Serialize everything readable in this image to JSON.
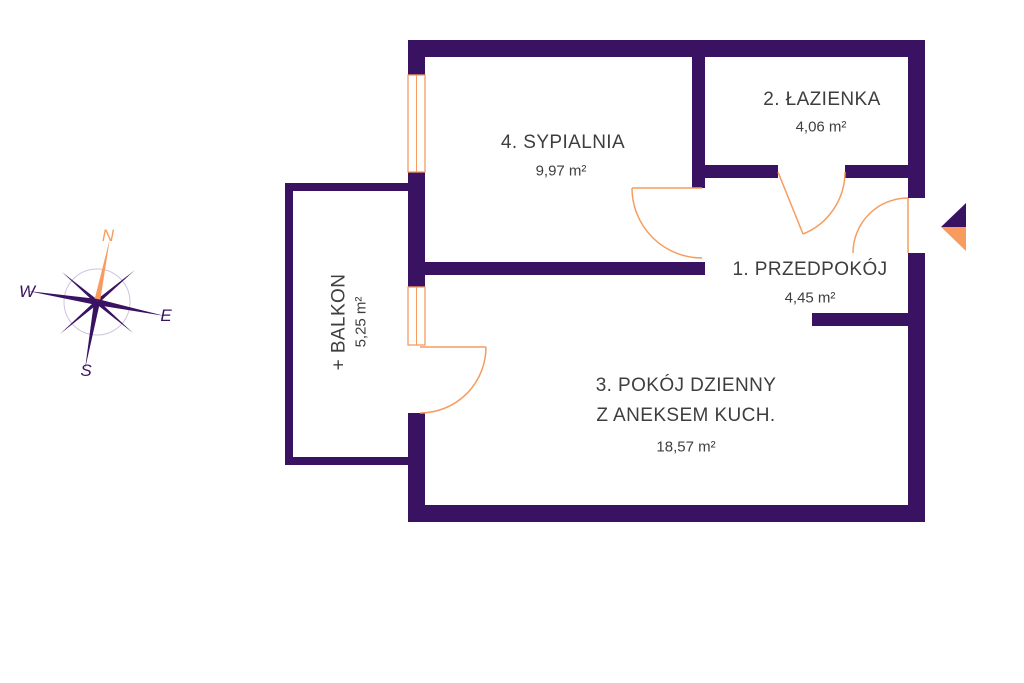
{
  "colors": {
    "wall": "#3a1262",
    "accent": "#f79c5e",
    "text": "#3e3e3e"
  },
  "compass": {
    "north": "N",
    "east": "E",
    "south": "S",
    "west": "W"
  },
  "rooms": {
    "hall": {
      "label": "1. PRZEDPOKÓJ",
      "area": "4,45 m²"
    },
    "bathroom": {
      "label": "2. ŁAZIENKA",
      "area": "4,06 m²"
    },
    "living": {
      "label1": "3. POKÓJ DZIENNY",
      "label2": "Z ANEKSEM KUCH.",
      "area": "18,57 m²"
    },
    "bedroom": {
      "label": "4. SYPIALNIA",
      "area": "9,97 m²"
    },
    "balcony": {
      "label": "+ BALKON",
      "area": "5,25 m²"
    }
  }
}
